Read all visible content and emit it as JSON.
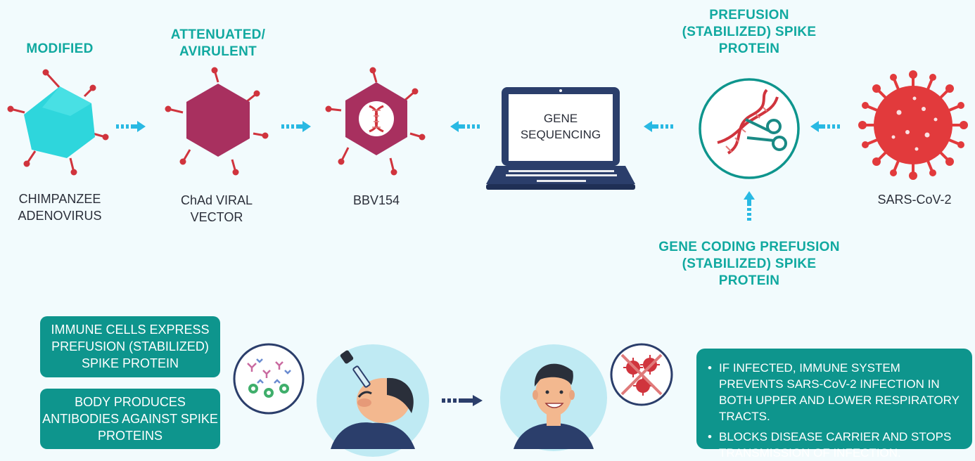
{
  "steps": {
    "modified": {
      "title": "MODIFIED",
      "label": "CHIMPANZEE ADENOVIRUS"
    },
    "attenuated": {
      "title": "ATTENUATED/ AVIRULENT",
      "label": "ChAd VIRAL VECTOR"
    },
    "bbv": {
      "label": "BBV154"
    },
    "sequencing": {
      "screen": "GENE SEQUENCING"
    },
    "prefusion": {
      "title": "PREFUSION (STABILIZED) SPIKE PROTEIN"
    },
    "sars": {
      "label": "SARS-CoV-2"
    },
    "gene_coding": {
      "title": "GENE CODING PREFUSION (STABILIZED) SPIKE PROTEIN"
    }
  },
  "bottom": {
    "box1": "IMMUNE CELLS EXPRESS PREFUSION (STABILIZED) SPIKE PROTEIN",
    "box2": "BODY PRODUCES ANTIBODIES AGAINST SPIKE PROTEINS",
    "outcomes": [
      "IF INFECTED, IMMUNE SYSTEM PREVENTS SARS-CoV-2 INFECTION IN BOTH UPPER AND LOWER RESPIRATORY TRACTS.",
      "BLOCKS DISEASE CARRIER AND STOPS TRANSMISSION OF INFECTION."
    ]
  },
  "colors": {
    "teal": "#11a9a0",
    "box": "#0e958d",
    "cyan_virus": "#2ed6dc",
    "magenta_virus": "#a8305f",
    "red_virus": "#e23a3c",
    "arrow": "#29b9e3",
    "navy": "#2b3e6b"
  }
}
